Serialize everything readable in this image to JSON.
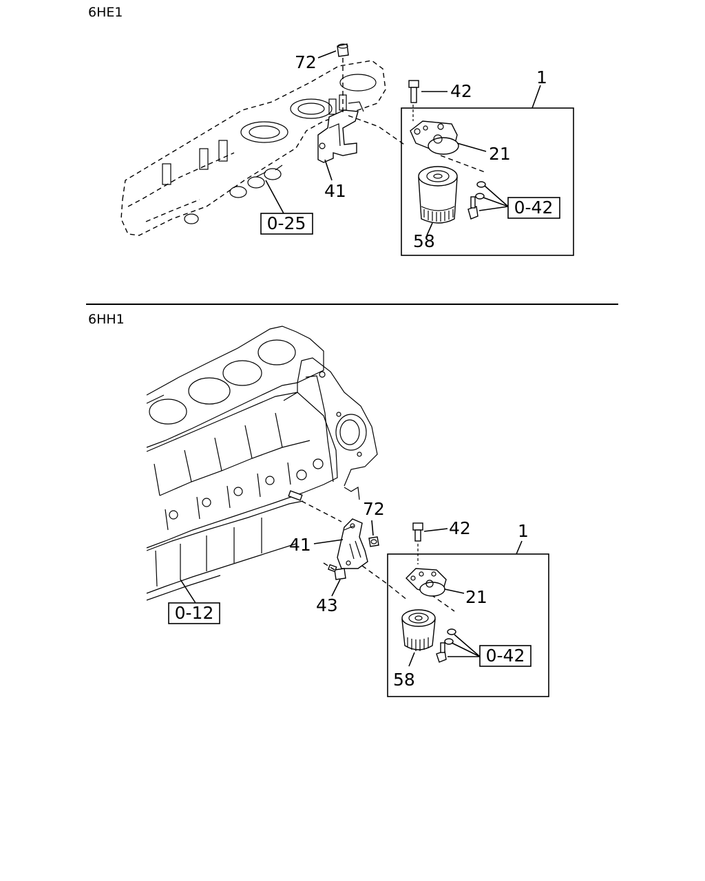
{
  "sections": [
    {
      "model": "6HE1",
      "callouts": {
        "nut": "72",
        "bolt": "42",
        "assembly": "1",
        "head": "21",
        "bracket": "41",
        "filter": "58"
      },
      "refs": {
        "manifold": "0-25",
        "hardware": "0-42"
      }
    },
    {
      "model": "6HH1",
      "callouts": {
        "nut": "72",
        "bolt": "42",
        "assembly": "1",
        "head": "21",
        "bracket": "41",
        "stud": "43",
        "filter": "58"
      },
      "refs": {
        "block": "0-12",
        "hardware": "0-42"
      }
    }
  ]
}
